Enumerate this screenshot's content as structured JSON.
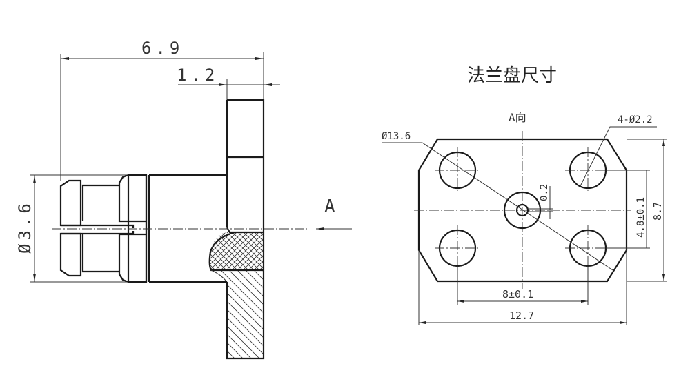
{
  "side_view": {
    "overall_length": "6.9",
    "flange_thickness": "1.2",
    "diameter": "Ø3.6",
    "view_marker": "A"
  },
  "flange_view": {
    "title": "法兰盘尺寸",
    "view_label": "A向",
    "diagonal": "Ø13.6",
    "holes": "4-Ø2.2",
    "pin_offset": "0.2",
    "hole_spacing_vertical": "4.8±0.1",
    "height": "8.7",
    "hole_spacing_horizontal": "8±0.1",
    "width": "12.7"
  }
}
